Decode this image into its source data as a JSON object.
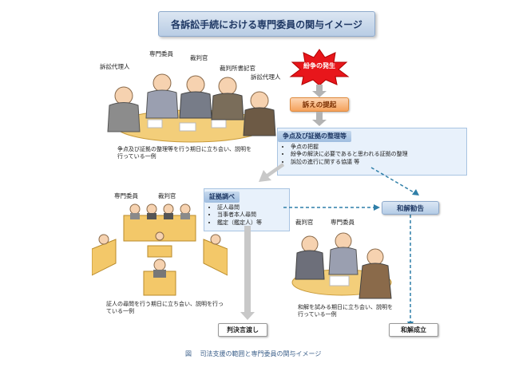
{
  "title": "各訴訟手続における専門委員の関与イメージ",
  "top_scene": {
    "labels": {
      "attorney_left": "訴訟代理人",
      "expert": "専門委員",
      "judge": "裁判官",
      "clerk": "裁判所書記官",
      "attorney_right": "訴訟代理人"
    },
    "caption_line1": "争点及び証拠の整理等を行う期日に立ち会い、説明を",
    "caption_line2": "行っている一例"
  },
  "flow": {
    "dispute": "紛争の発生",
    "filing": "訴えの提起",
    "arrangement": {
      "heading": "争点及び証拠の整理等",
      "items": [
        "争点の把握",
        "紛争の解決に必要であると思われる証拠の整理",
        "訴訟の進行に関する協議 等"
      ]
    },
    "evidence": {
      "heading": "証拠調べ",
      "items": [
        "証人尋問",
        "当事者本人尋問",
        "鑑定（鑑定人）等"
      ]
    },
    "settlement_recommendation": "和解勧告",
    "judgment": "判決言渡し",
    "settlement": "和解成立"
  },
  "court_scene": {
    "labels": {
      "expert": "専門委員",
      "judge": "裁判官"
    },
    "caption_line1": "証人の尋問を行う期日に立ち会い、説明を行っ",
    "caption_line2": "ている一例"
  },
  "settle_scene": {
    "labels": {
      "judge": "裁判官",
      "expert": "専門委員"
    },
    "caption_line1": "和解を試みる期日に立ち会い、説明を",
    "caption_line2": "行っている一例"
  },
  "figure_caption": "図　 司法支援の範囲と専門委員の関与イメージ",
  "colors": {
    "accent_blue": "#1f3864",
    "panel_blue": "#e8f1fb",
    "orange": "#f5a25c",
    "burst_red": "#e8161b",
    "arrow_gray": "#b3b3b3",
    "dashed_teal": "#2f7fa8"
  }
}
